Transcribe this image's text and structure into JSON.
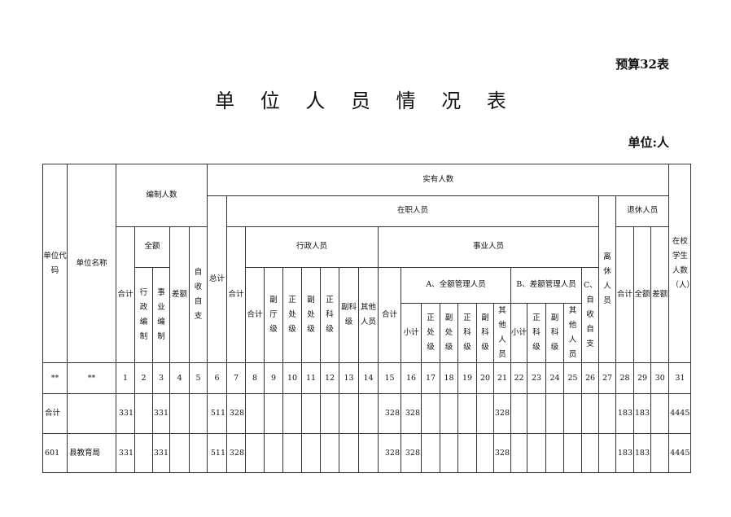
{
  "form_tag": "预算32表",
  "title": "单 位 人 员 情 况 表",
  "unit": "单位:人",
  "headers": {
    "unit_code": "单位代码",
    "unit_name": "单位名称",
    "establishment": "编制人数",
    "actual": "实有人数",
    "est_total": "合计",
    "est_full": "全额",
    "est_admin": "行政编制",
    "est_inst": "事业编制",
    "est_diff": "差额",
    "est_self": "自收自支",
    "grand_total": "总计",
    "in_service": "在职人员",
    "retired_cadre": "离休人员",
    "retired": "退休人员",
    "school_students": "在校学生人数（人）",
    "svc_total": "合计",
    "admin_staff": "行政人员",
    "inst_staff": "事业人员",
    "admin_sub": [
      "合计",
      "副厅级",
      "正处级",
      "副处级",
      "正科级",
      "副科级",
      "其他人员"
    ],
    "inst_total": "合计",
    "a_group": "A、全额管理人员",
    "b_group": "B、差额管理人员",
    "c_group": "C、自收自支",
    "a_sub": [
      "小计",
      "正处级",
      "副处级",
      "正科级",
      "副科级",
      "其他人员"
    ],
    "b_sub": [
      "小计",
      "正科级",
      "副科级",
      "其他人员"
    ],
    "ret_sub": [
      "合计",
      "全额",
      "差额"
    ]
  },
  "number_row": [
    "**",
    "**",
    "1",
    "2",
    "3",
    "4",
    "5",
    "6",
    "7",
    "8",
    "9",
    "10",
    "11",
    "12",
    "13",
    "14",
    "15",
    "16",
    "17",
    "18",
    "19",
    "20",
    "21",
    "22",
    "23",
    "24",
    "25",
    "26",
    "27",
    "28",
    "29",
    "30",
    "31"
  ],
  "rows": [
    {
      "code": "合计",
      "name": "",
      "values": [
        "331",
        "",
        "331",
        "",
        "",
        "511",
        "328",
        "",
        "",
        "",
        "",
        "",
        "",
        "",
        "328",
        "328",
        "",
        "",
        "",
        "",
        "328",
        "",
        "",
        "",
        "",
        "",
        "",
        "183",
        "183",
        "",
        "4445"
      ]
    },
    {
      "code": "601",
      "name": "县教育局",
      "values": [
        "331",
        "",
        "331",
        "",
        "",
        "511",
        "328",
        "",
        "",
        "",
        "",
        "",
        "",
        "",
        "328",
        "328",
        "",
        "",
        "",
        "",
        "328",
        "",
        "",
        "",
        "",
        "",
        "",
        "183",
        "183",
        "",
        "4445"
      ]
    }
  ]
}
